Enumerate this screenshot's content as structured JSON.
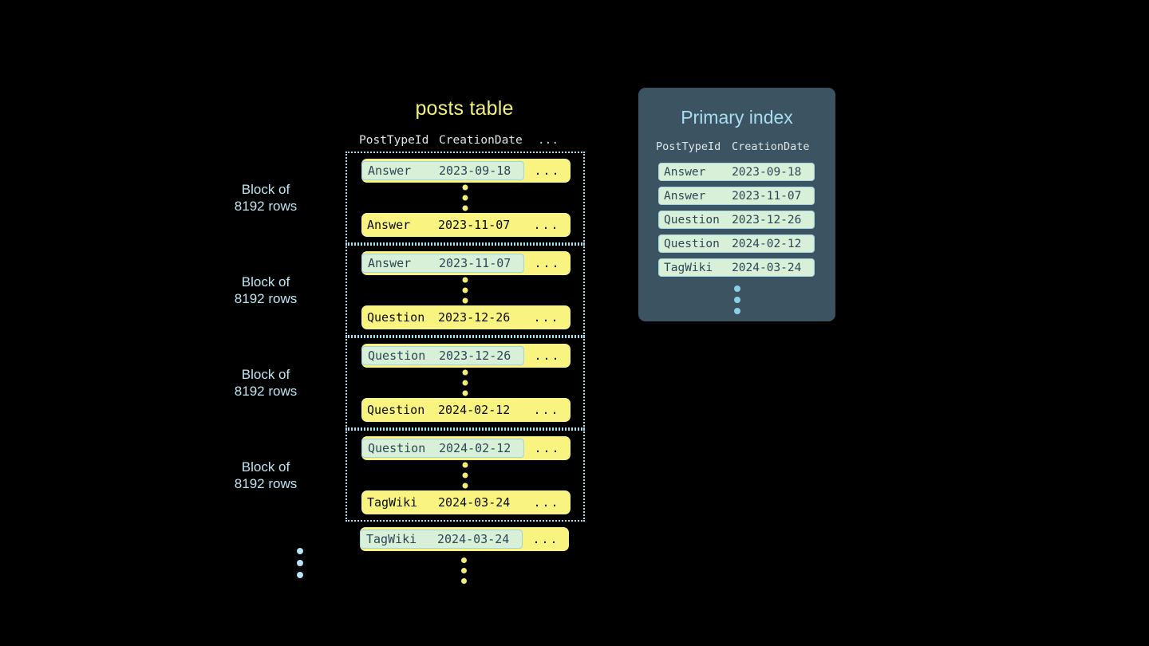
{
  "posts_table": {
    "title": "posts table",
    "columns": [
      "PostTypeId",
      "CreationDate",
      "..."
    ],
    "blocks": [
      {
        "label": "Block of\n8192 rows",
        "first_row": {
          "post_type_id": "Answer",
          "creation_date": "2023-09-18",
          "rest": "...",
          "highlighted": true
        },
        "last_row": {
          "post_type_id": "Answer",
          "creation_date": "2023-11-07",
          "rest": "...",
          "highlighted": false
        }
      },
      {
        "label": "Block of\n8192 rows",
        "first_row": {
          "post_type_id": "Answer",
          "creation_date": "2023-11-07",
          "rest": "...",
          "highlighted": true
        },
        "last_row": {
          "post_type_id": "Question",
          "creation_date": "2023-12-26",
          "rest": "...",
          "highlighted": false
        }
      },
      {
        "label": "Block of\n8192 rows",
        "first_row": {
          "post_type_id": "Question",
          "creation_date": "2023-12-26",
          "rest": "...",
          "highlighted": true
        },
        "last_row": {
          "post_type_id": "Question",
          "creation_date": "2024-02-12",
          "rest": "...",
          "highlighted": false
        }
      },
      {
        "label": "Block of\n8192 rows",
        "first_row": {
          "post_type_id": "Question",
          "creation_date": "2024-02-12",
          "rest": "...",
          "highlighted": true
        },
        "last_row": {
          "post_type_id": "TagWiki",
          "creation_date": "2024-03-24",
          "rest": "...",
          "highlighted": false
        }
      }
    ],
    "trailing_row": {
      "post_type_id": "TagWiki",
      "creation_date": "2024-03-24",
      "rest": "...",
      "highlighted": true
    }
  },
  "primary_index": {
    "title": "Primary index",
    "columns": [
      "PostTypeId",
      "CreationDate"
    ],
    "rows": [
      {
        "post_type_id": "Answer",
        "creation_date": "2023-09-18"
      },
      {
        "post_type_id": "Answer",
        "creation_date": "2023-11-07"
      },
      {
        "post_type_id": "Question",
        "creation_date": "2023-12-26"
      },
      {
        "post_type_id": "Question",
        "creation_date": "2024-02-12"
      },
      {
        "post_type_id": "TagWiki",
        "creation_date": "2024-03-24"
      }
    ]
  },
  "colors": {
    "background": "#000000",
    "row_yellow": "#f9f47f",
    "highlight_mint": "#d8f0d7",
    "highlight_border": "#9fd3e6",
    "panel_slate": "#3c5462",
    "title_yellow": "#f2f07a",
    "title_blue": "#a8dcf0",
    "label_blue": "#bde6f2",
    "dot_yellow": "#f2ec78",
    "dot_blue": "#b8e4f5"
  }
}
